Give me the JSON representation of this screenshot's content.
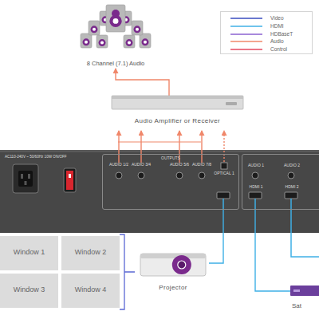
{
  "diagram": {
    "nodes": [
      {
        "text": [
          "8 Channel (7.1) Audio"
        ]
      },
      {
        "text": [
          "Audio Amplifier or Receiver"
        ]
      },
      {
        "text": [
          "AC110-240V ~ 50/60Hz 10W ON/OFF"
        ]
      },
      {
        "text": [
          "OUTPUTS"
        ],
        "in": 2
      },
      {
        "text": [
          "AUDIO 1/2"
        ],
        "in": 3
      },
      {
        "text": [
          "AUDIO 3/4"
        ],
        "in": 3
      },
      {
        "text": [
          "AUDIO 5/6"
        ],
        "in": 3
      },
      {
        "text": [
          "AUDIO 7/8"
        ],
        "in": 3
      },
      {
        "text": [
          "OPTICAL 1"
        ],
        "in": 3
      },
      {
        "text": [
          "AUDIO 1",
          "AUDIO 2",
          "HDMI 1",
          "HDMI 2"
        ],
        "in": 2
      },
      {
        "text": [
          "Window 1"
        ]
      },
      {
        "text": [
          "Window 2"
        ]
      },
      {
        "text": [
          "Window 3"
        ]
      },
      {
        "text": [
          "Window 4"
        ]
      },
      {
        "text": [
          "Projector"
        ]
      },
      {
        "text": [
          "Sat"
        ]
      }
    ],
    "edges": [
      {
        "from": 1,
        "to": 0,
        "arrow": "to"
      },
      {
        "from": 4,
        "to": 1,
        "arrow": "to"
      },
      {
        "from": 5,
        "to": 1,
        "arrow": "to"
      },
      {
        "from": 6,
        "to": 1,
        "arrow": "to"
      },
      {
        "from": 7,
        "to": 1,
        "arrow": "to"
      },
      {
        "from": 8,
        "to": 1,
        "arrow": "to"
      },
      {
        "from": 3,
        "to": 14,
        "arrow": "none"
      },
      {
        "from": 9,
        "to": 15,
        "arrow": "none"
      }
    ],
    "legend": [
      {
        "text": "Video"
      },
      {
        "text": "HDMI"
      },
      {
        "text": "HDBaseT"
      },
      {
        "text": "Audio"
      },
      {
        "text": "Control"
      }
    ]
  }
}
